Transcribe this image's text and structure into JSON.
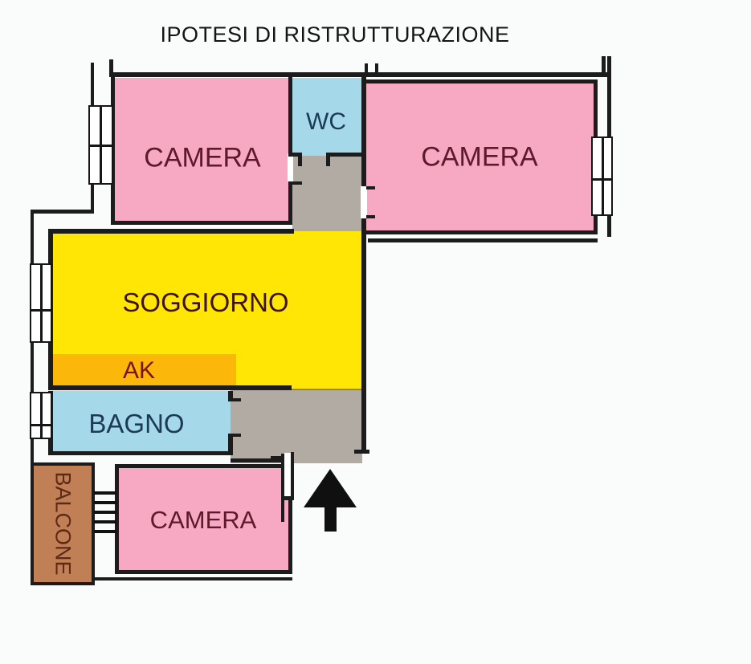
{
  "title": "IPOTESI DI RISTRUTTURAZIONE",
  "rooms": {
    "camera_top_left": {
      "label": "CAMERA"
    },
    "wc": {
      "label": "WC"
    },
    "camera_top_right": {
      "label": "CAMERA"
    },
    "soggiorno": {
      "label": "SOGGIORNO"
    },
    "ak": {
      "label": "AK"
    },
    "bagno": {
      "label": "BAGNO"
    },
    "balcone": {
      "label": "BALCONE"
    },
    "camera_bottom": {
      "label": "CAMERA"
    }
  },
  "colors": {
    "background": "#fafcfc",
    "wall": "#1c1c1c",
    "bedroom": "#f7a8c3",
    "wc": "#a5d9e9",
    "bathroom": "#a5d9e9",
    "corridor": "#b2aba4",
    "living": "#ffe605",
    "kitchen_block": "#fbb70a",
    "balcony": "#c07f55",
    "label_bedroom": "#5c1a2c",
    "label_wet": "#1c3a55",
    "label_living": "#3c1216",
    "label_ak": "#7d1216",
    "label_balcony": "#5c2a16",
    "title": "#141414",
    "arrow": "#101010"
  },
  "icons": {
    "entrance_arrow": "up-arrow"
  }
}
